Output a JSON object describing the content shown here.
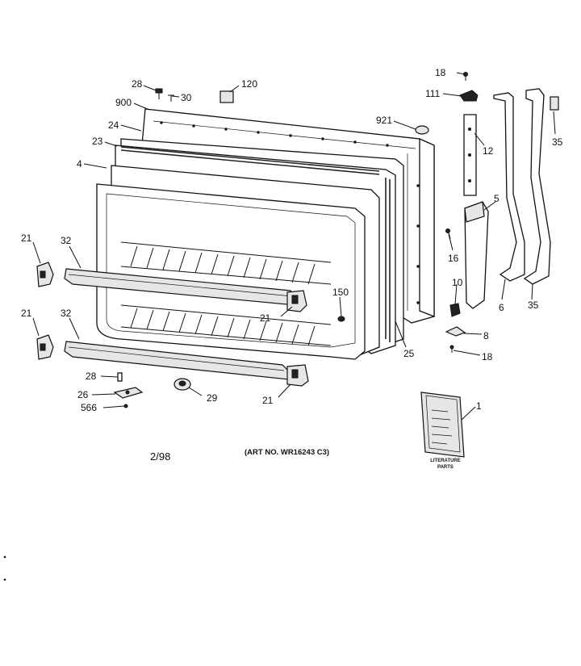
{
  "labels": {
    "p18_top": "18",
    "p111": "111",
    "p35_top": "35",
    "p12": "12",
    "p28_top": "28",
    "p30": "30",
    "p120": "120",
    "p900": "900",
    "p921": "921",
    "p24": "24",
    "p23": "23",
    "p4": "4",
    "p5": "5",
    "p16": "16",
    "p21_a": "21",
    "p32_a": "32",
    "p10": "10",
    "p6": "6",
    "p35_bot": "35",
    "p150": "150",
    "p21_b": "21",
    "p21_c": "21",
    "p32_b": "32",
    "p8": "8",
    "p25": "25",
    "p18_bot": "18",
    "p28_bot": "28",
    "p29": "29",
    "p26": "26",
    "p21_d": "21",
    "p566": "566",
    "p1": "1"
  },
  "footer": {
    "date": "2/98",
    "art_number": "(ART NO. WR16243 C3)"
  },
  "literature": {
    "caption_line1": "LITERATURE",
    "caption_line2": "PARTS"
  }
}
